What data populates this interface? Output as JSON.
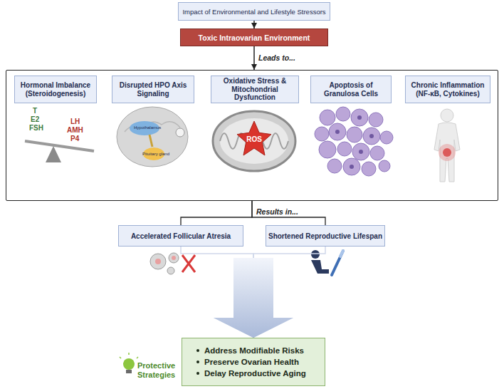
{
  "diagram": {
    "nodes": [
      {
        "text": [
          "Impact of Environmental and Lifestyle Stressors"
        ]
      },
      {
        "text": [
          "Toxic Intraovarian Environment"
        ]
      },
      {
        "text": []
      },
      {
        "text": [
          "Hormonal Imbalance (Steroidogenesis)"
        ],
        "in": 2
      },
      {
        "text": [
          "Disrupted HPO Axis Signaling"
        ],
        "in": 2
      },
      {
        "text": [
          "Oxidative Stress & Mitochondrial Dysfunction"
        ],
        "in": 2
      },
      {
        "text": [
          "Apoptosis of Granulosa Cells"
        ],
        "in": 2
      },
      {
        "text": [
          "Chronic Inflammation (NF-κB, Cytokines)"
        ],
        "in": 2
      },
      {
        "text": [
          "Accelerated Follicular Atresia"
        ]
      },
      {
        "text": [
          "Shortened Reproductive Lifespan"
        ]
      },
      {
        "text": [
          "Address Modifiable Risks",
          "Preserve Ovarian Health",
          "Delay Reproductive Aging"
        ]
      }
    ],
    "edges": [
      {
        "from": 0,
        "to": 1,
        "arrow": "to"
      },
      {
        "from": 1,
        "to": 2,
        "label": "Leads to...",
        "arrow": "to"
      },
      {
        "from": 2,
        "to": 8,
        "arrow": "none"
      },
      {
        "from": 2,
        "to": 9,
        "label": "Results in...",
        "arrow": "none"
      },
      {
        "from": 8,
        "to": 10,
        "arrow": "to"
      },
      {
        "from": 9,
        "to": 10,
        "arrow": "to"
      }
    ],
    "labels": [
      "T",
      "E2",
      "FSH",
      "LH",
      "AMH",
      "P4",
      "Hypothalamus",
      "Pituitary gland",
      "ROS",
      "Protective Strategies"
    ]
  }
}
